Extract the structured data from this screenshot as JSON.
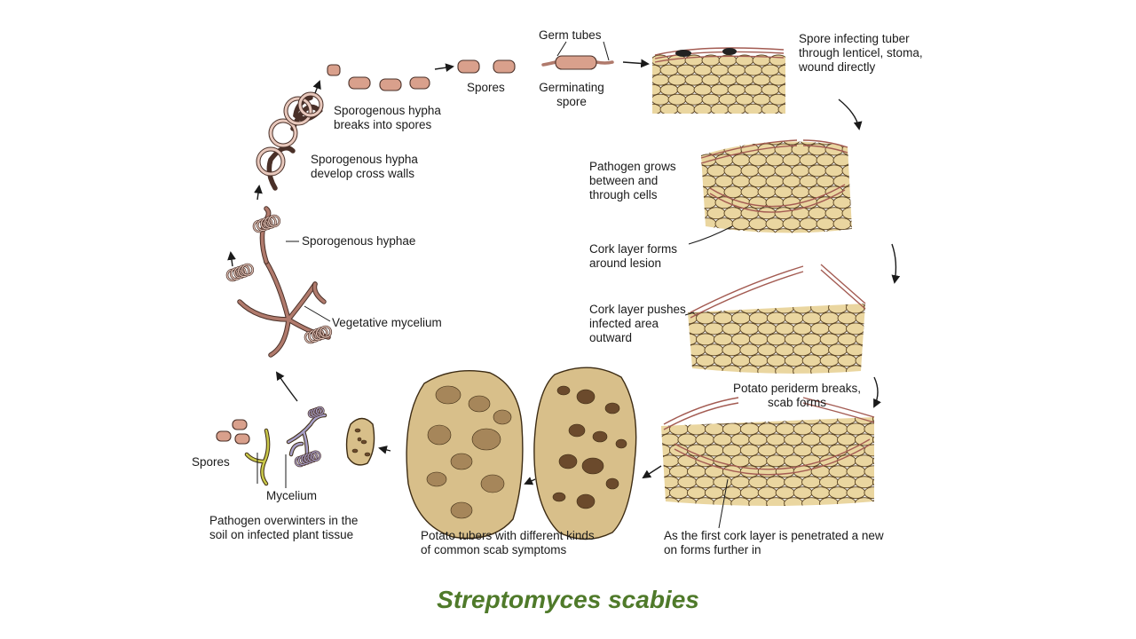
{
  "caption": "Streptomyces scabies",
  "labels": {
    "germ_tubes": "Germ tubes",
    "germinating_spore": [
      "Germinating",
      "spore"
    ],
    "spores_top": "Spores",
    "spore_infecting": [
      "Spore infecting tuber",
      "through lenticel, stoma,",
      "wound directly"
    ],
    "sporogenous_breaks": [
      "Sporogenous hypha",
      "breaks into spores"
    ],
    "sporogenous_cross": [
      "Sporogenous hypha",
      "develop cross walls"
    ],
    "pathogen_grows": [
      "Pathogen grows",
      "between and",
      "through cells"
    ],
    "sporogenous_hyphae": "Sporogenous hyphae",
    "cork_forms": [
      "Cork layer forms",
      "around lesion"
    ],
    "vegetative_mycelium": "Vegetative mycelium",
    "cork_pushes": [
      "Cork layer pushes",
      "infected area",
      "outward"
    ],
    "periderm_breaks": [
      "Potato periderm breaks,",
      "scab forms"
    ],
    "spores_left": "Spores",
    "mycelium": "Mycelium",
    "overwinters": [
      "Pathogen overwinters in the",
      "soil on infected plant tissue"
    ],
    "potato_tubers": [
      "Potato tubers with different kinds",
      "of common scab symptoms"
    ],
    "first_cork": [
      "As the first cork layer is penetrated a new",
      "on forms further in"
    ]
  }
}
